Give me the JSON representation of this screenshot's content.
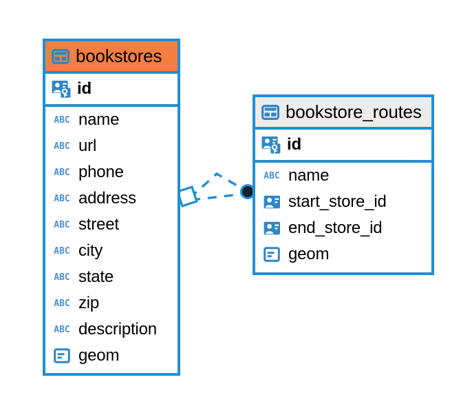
{
  "diagram": {
    "type": "entity-relationship-diagram",
    "background": "#ffffff",
    "accent_color": "#1f8fd4",
    "highlight_color": "#f57f40",
    "neutral_header_color": "#ececec"
  },
  "entities": [
    {
      "name": "bookstores",
      "header_style": "orange",
      "header_icon": "table-icon",
      "fields": [
        {
          "label": "id",
          "icon": "primary-key-icon",
          "type": "pk",
          "bold": true
        },
        {
          "label": "name",
          "icon": "abc-icon",
          "type": "text",
          "bold": false
        },
        {
          "label": "url",
          "icon": "abc-icon",
          "type": "text",
          "bold": false
        },
        {
          "label": "phone",
          "icon": "abc-icon",
          "type": "text",
          "bold": false
        },
        {
          "label": "address",
          "icon": "abc-icon",
          "type": "text",
          "bold": false
        },
        {
          "label": "street",
          "icon": "abc-icon",
          "type": "text",
          "bold": false
        },
        {
          "label": "city",
          "icon": "abc-icon",
          "type": "text",
          "bold": false
        },
        {
          "label": "state",
          "icon": "abc-icon",
          "type": "text",
          "bold": false
        },
        {
          "label": "zip",
          "icon": "abc-icon",
          "type": "text",
          "bold": false
        },
        {
          "label": "description",
          "icon": "abc-icon",
          "type": "text",
          "bold": false
        },
        {
          "label": "geom",
          "icon": "geometry-icon",
          "type": "geom",
          "bold": false
        }
      ]
    },
    {
      "name": "bookstore_routes",
      "header_style": "grey",
      "header_icon": "table-icon",
      "fields": [
        {
          "label": "id",
          "icon": "primary-key-icon",
          "type": "pk",
          "bold": true
        },
        {
          "label": "name",
          "icon": "abc-icon",
          "type": "text",
          "bold": false
        },
        {
          "label": "start_store_id",
          "icon": "foreign-key-icon",
          "type": "fk",
          "bold": false
        },
        {
          "label": "end_store_id",
          "icon": "foreign-key-icon",
          "type": "fk",
          "bold": false
        },
        {
          "label": "geom",
          "icon": "geometry-icon",
          "type": "geom",
          "bold": false
        }
      ]
    }
  ],
  "relationships": [
    {
      "from": "bookstores",
      "to": "bookstore_routes",
      "style": "dashed",
      "color": "#1f8fd4",
      "source_marker": "rotated-square",
      "target_marker": "filled-circle"
    },
    {
      "from": "bookstores",
      "to": "bookstore_routes",
      "style": "dashed",
      "color": "#1f8fd4",
      "source_marker": "rotated-square",
      "target_marker": "filled-circle"
    }
  ],
  "icon_labels": {
    "abc": "ABC"
  }
}
